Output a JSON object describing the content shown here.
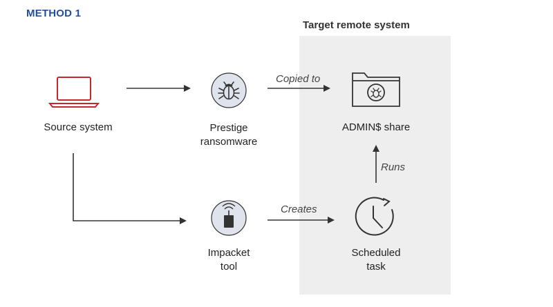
{
  "title": "METHOD 1",
  "target_region": {
    "label": "Target remote system",
    "fill": "#eeeeee"
  },
  "nodes": {
    "source_system": {
      "label": "Source system",
      "icon": "laptop-icon",
      "color": "#c0282d"
    },
    "prestige_ransomware": {
      "line1": "Prestige",
      "line2": "ransomware",
      "icon": "bug-icon"
    },
    "admin_share": {
      "label": "ADMIN$ share",
      "icon": "folder-bug-icon"
    },
    "impacket_tool": {
      "line1": "Impacket",
      "line2": "tool",
      "icon": "device-icon"
    },
    "scheduled_task": {
      "line1": "Scheduled",
      "line2": "task",
      "icon": "clock-icon"
    }
  },
  "edges": {
    "copied_to": "Copied to",
    "runs": "Runs",
    "creates": "Creates"
  },
  "colors": {
    "accent": "#1f4f9e",
    "stroke": "#333333",
    "node_circle": "#dfe3ec"
  }
}
